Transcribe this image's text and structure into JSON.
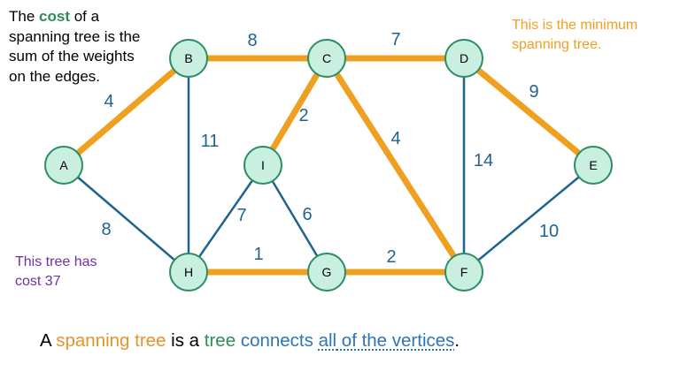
{
  "colors": {
    "tree_edge": "#f0a020",
    "non_tree_edge": "#1f6391",
    "node_fill": "#c9efe0",
    "node_stroke": "#2c8c62",
    "weight_text": "#1f6391",
    "highlight_orange": "#e8922a",
    "highlight_green": "#2e8b57",
    "highlight_blue": "#2e75b6",
    "mst_note": "#f0a020",
    "cost_note": "#7030a0"
  },
  "intro": {
    "part1": "The ",
    "cost_word": "cost",
    "part2": " of a spanning tree is the sum of the weights on the edges."
  },
  "mst_note": {
    "text": "This is the minimum spanning tree."
  },
  "cost_note": {
    "text": "This tree has cost 37"
  },
  "caption": {
    "a": "A ",
    "spanning_tree": "spanning tree",
    "is_a": " is a ",
    "tree": "tree",
    "space": " ",
    "connects": "connects",
    "space2": " ",
    "all": "all",
    "of_the_vertices": " of the vertices",
    "period": "."
  },
  "graph": {
    "nodes": [
      {
        "id": "A",
        "label": "A"
      },
      {
        "id": "B",
        "label": "B"
      },
      {
        "id": "C",
        "label": "C"
      },
      {
        "id": "D",
        "label": "D"
      },
      {
        "id": "E",
        "label": "E"
      },
      {
        "id": "F",
        "label": "F"
      },
      {
        "id": "G",
        "label": "G"
      },
      {
        "id": "H",
        "label": "H"
      },
      {
        "id": "I",
        "label": "I"
      }
    ],
    "edges": [
      {
        "from": "A",
        "to": "B",
        "weight": "4",
        "in_tree": true
      },
      {
        "from": "B",
        "to": "C",
        "weight": "8",
        "in_tree": true
      },
      {
        "from": "C",
        "to": "D",
        "weight": "7",
        "in_tree": true
      },
      {
        "from": "D",
        "to": "E",
        "weight": "9",
        "in_tree": true
      },
      {
        "from": "C",
        "to": "I",
        "weight": "2",
        "in_tree": true
      },
      {
        "from": "C",
        "to": "F",
        "weight": "4",
        "in_tree": true
      },
      {
        "from": "H",
        "to": "G",
        "weight": "1",
        "in_tree": true
      },
      {
        "from": "G",
        "to": "F",
        "weight": "2",
        "in_tree": true
      },
      {
        "from": "A",
        "to": "H",
        "weight": "8",
        "in_tree": false
      },
      {
        "from": "B",
        "to": "H",
        "weight": "11",
        "in_tree": false
      },
      {
        "from": "I",
        "to": "H",
        "weight": "7",
        "in_tree": false
      },
      {
        "from": "I",
        "to": "G",
        "weight": "6",
        "in_tree": false
      },
      {
        "from": "D",
        "to": "F",
        "weight": "14",
        "in_tree": false
      },
      {
        "from": "E",
        "to": "F",
        "weight": "10",
        "in_tree": false
      }
    ]
  }
}
